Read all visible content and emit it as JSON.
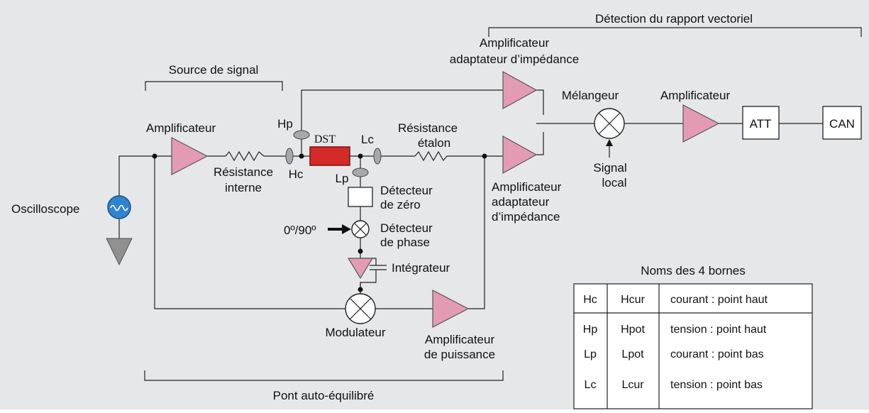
{
  "sections": {
    "vector_ratio_detection": "Détection du rapport vectoriel",
    "signal_source": "Source de signal",
    "auto_balancing_bridge": "Pont auto-équilibré"
  },
  "labels": {
    "oscilloscope": "Oscilloscope",
    "amplifier_source": "Amplificateur",
    "internal_resistance_1": "Résistance",
    "internal_resistance_2": "interne",
    "dut": "DST",
    "reference_resistance_1": "Résistance",
    "reference_resistance_2": "étalon",
    "buffer_top_1": "Amplificateur",
    "buffer_top_2": "adaptateur d’impédance",
    "buffer_bottom_1": "Amplificateur",
    "buffer_bottom_2": "adaptateur",
    "buffer_bottom_3": "d’impédance",
    "mixer": "Mélangeur",
    "amplifier_out": "Amplificateur",
    "att": "ATT",
    "can": "CAN",
    "local_signal_1": "Signal",
    "local_signal_2": "local",
    "null_detector_1": "Détecteur",
    "null_detector_2": "de zéro",
    "phase_detector_1": "Détecteur",
    "phase_detector_2": "de phase",
    "phase_input": "0º/90º",
    "integrator": "Intégrateur",
    "modulator": "Modulateur",
    "power_amp_1": "Amplificateur",
    "power_amp_2": "de puissance",
    "terminal_hp": "Hp",
    "terminal_hc": "Hc",
    "terminal_lc": "Lc",
    "terminal_lp": "Lp"
  },
  "terminals_table": {
    "title": "Noms des 4 bornes",
    "rows": [
      [
        "Hc",
        "Hcur",
        "courant : point haut"
      ],
      [
        "Hp",
        "Hpot",
        "tension : point haut"
      ],
      [
        "Lp",
        "Lpot",
        "courant : point bas"
      ],
      [
        "Lc",
        "Lcur",
        "tension : point bas"
      ]
    ]
  },
  "colors": {
    "background": "#e6e7e8",
    "amplifier_fill": "#e39bb4",
    "dut_fill": "#d42a2a",
    "oscilloscope_fill": "#2f84d0"
  }
}
